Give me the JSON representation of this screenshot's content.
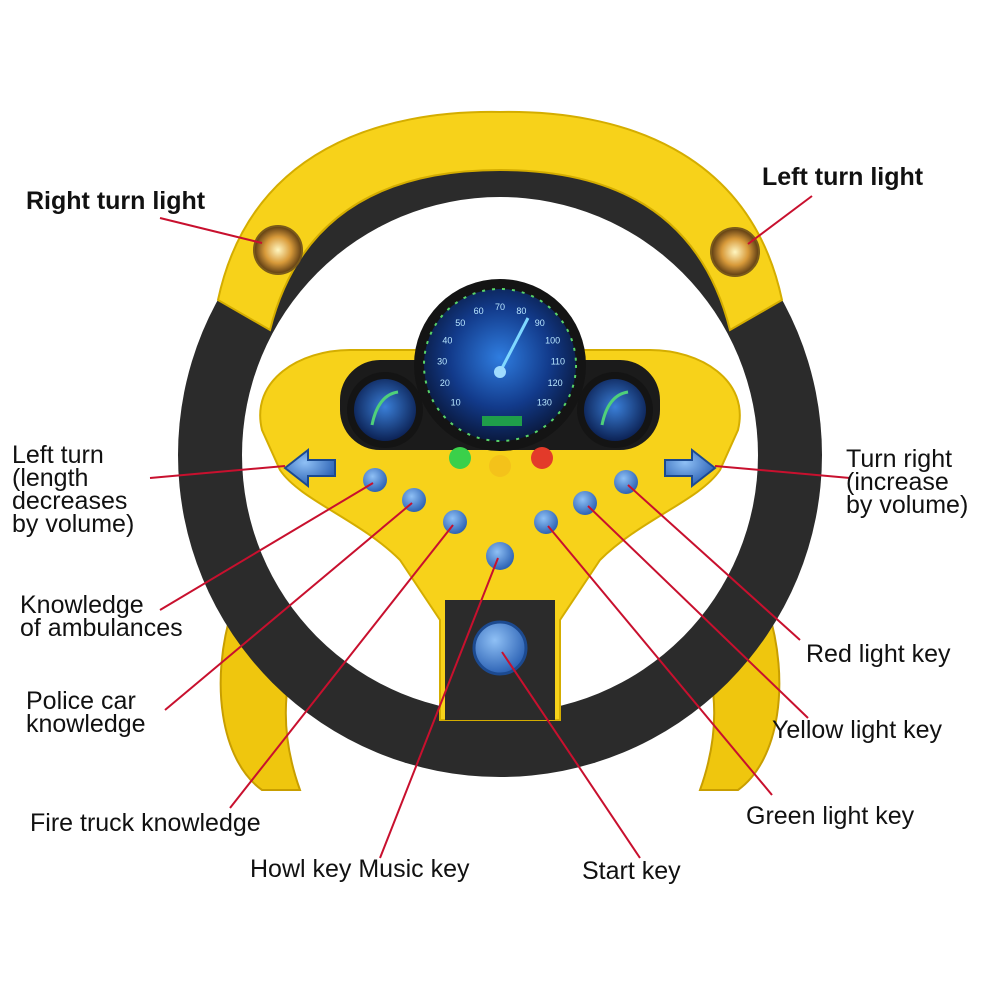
{
  "labels": {
    "right_turn_light": "Right turn light",
    "left_turn_light": "Left turn light",
    "left_turn": "Left turn\n(length\ndecreases\nby volume)",
    "turn_right": "Turn right\n(increase\nby volume)",
    "knowledge_of_ambulances": "Knowledge\nof ambulances",
    "police_car_knowledge": "Police car\nknowledge",
    "fire_truck_knowledge": "Fire truck knowledge",
    "howl_key_music_key": "Howl key Music key",
    "start_key": "Start key",
    "red_light_key": "Red light key",
    "yellow_light_key": "Yellow light key",
    "green_light_key": "Green light key"
  },
  "speedometer": {
    "ticks": [
      "10",
      "20",
      "30",
      "40",
      "50",
      "60",
      "70",
      "80",
      "90",
      "100",
      "110",
      "120",
      "130"
    ]
  },
  "colors": {
    "wheel_yellow": "#f7d21a",
    "grip_black": "#2b2b2b",
    "button_blue": "#3a78c9",
    "callout_red": "#c8102e",
    "dial_blue": "#1f4fa8"
  }
}
